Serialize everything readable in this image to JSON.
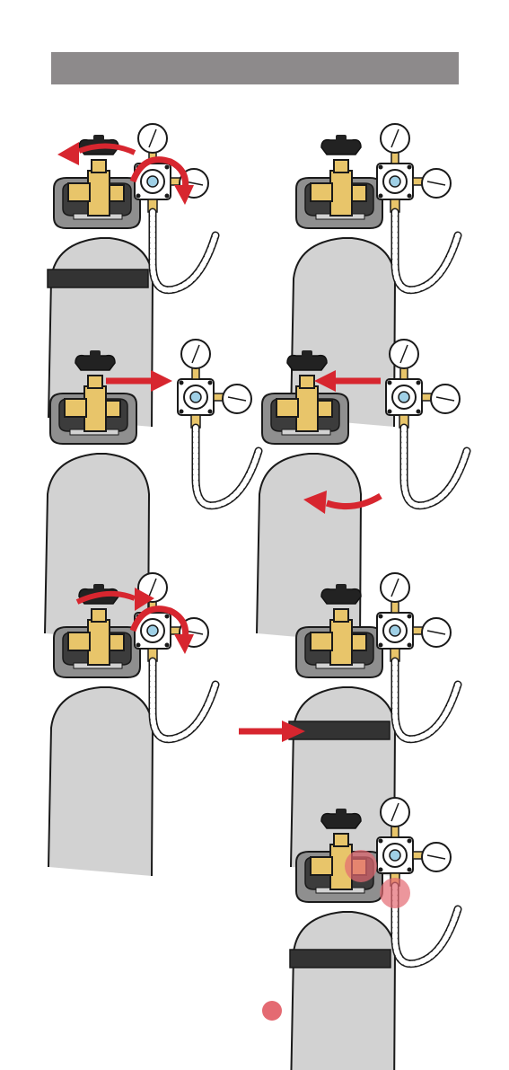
{
  "header": {
    "title": ""
  },
  "colors": {
    "header_bar": "#8d8a8b",
    "cylinder": "#d2d2d2",
    "cylinder_outline": "#1a1a1a",
    "band": "#333333",
    "valve_brass": "#e8c56a",
    "collar": "#8f8f8f",
    "arrow": "#d7262f",
    "highlight": "#e46a72",
    "hose": "#ffffff"
  },
  "steps": [
    {
      "id": "loosen-regulator",
      "icon": "rotate-arrows"
    },
    {
      "id": "regulator-detached",
      "icon": "none"
    },
    {
      "id": "connect-regulator",
      "icon": "push-arrow"
    },
    {
      "id": "push-and-rotate-cylinder",
      "icon": "push-and-rotate-arrows"
    },
    {
      "id": "tighten-regulator",
      "icon": "rotate-arrows"
    },
    {
      "id": "slide-band",
      "icon": "push-arrow"
    },
    {
      "id": "check-connections",
      "icon": "highlight-circles"
    }
  ],
  "page_indicator": {
    "label": ""
  }
}
